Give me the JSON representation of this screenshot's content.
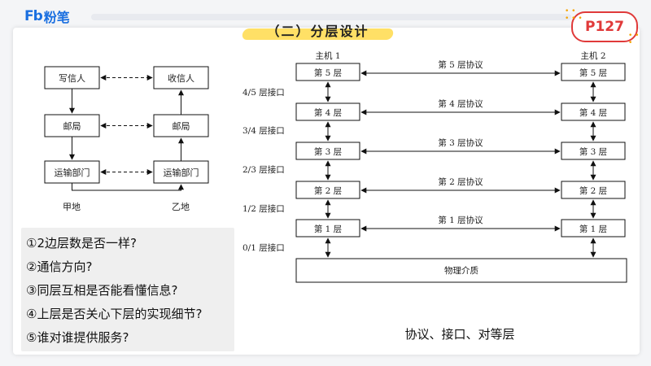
{
  "brand": {
    "mark": "Fb",
    "name": "粉笔"
  },
  "title": "（二）分层设计",
  "page_badge": "P127",
  "mail_diagram": {
    "left_column": [
      "写信人",
      "邮局",
      "运输部门"
    ],
    "right_column": [
      "收信人",
      "邮局",
      "运输部门"
    ],
    "left_place": "甲地",
    "right_place": "乙地"
  },
  "layer_diagram": {
    "host1": "主机 1",
    "host2": "主机 2",
    "layers": [
      "第 5 层",
      "第 4 层",
      "第 3 层",
      "第 2 层",
      "第 1 层"
    ],
    "protocols": [
      "第 5 层协议",
      "第 4 层协议",
      "第 3 层协议",
      "第 2 层协议",
      "第 1 层协议"
    ],
    "interfaces": [
      "4/5 层接口",
      "3/4 层接口",
      "2/3 层接口",
      "1/2 层接口",
      "0/1 层接口"
    ],
    "medium": "物理介质"
  },
  "questions": [
    "①2边层数是否一样?",
    "②通信方向?",
    "③同层互相是否能看懂信息?",
    "④上层是否关心下层的实现细节?",
    "⑤谁对谁提供服务?"
  ],
  "summary": "协议、接口、对等层",
  "colors": {
    "brand": "#1a6fe0",
    "badge": "#e03a3a",
    "highlight": "#ffe066"
  }
}
